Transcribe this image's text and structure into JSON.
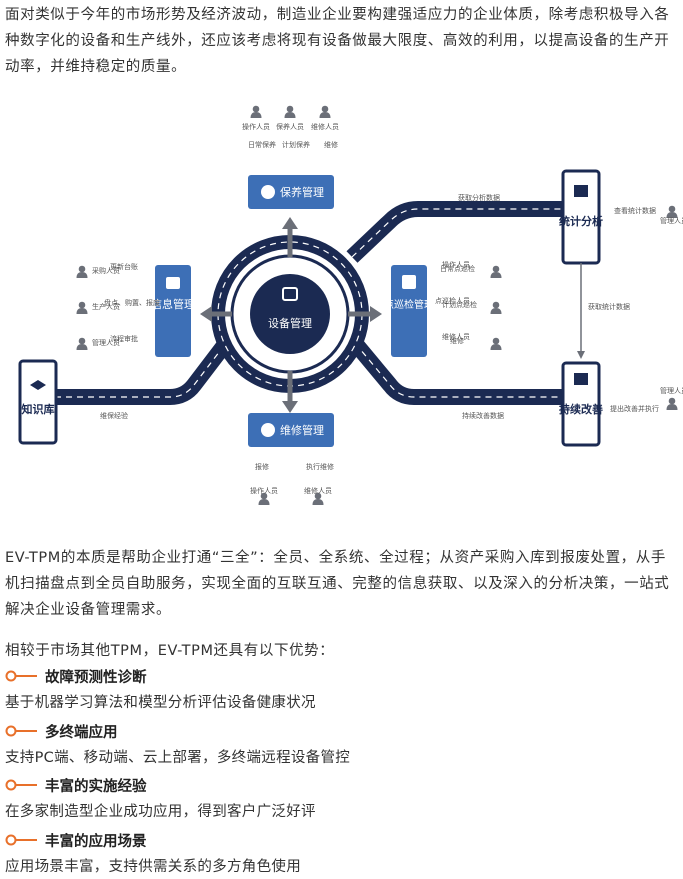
{
  "intro": "面对类似于今年的市场形势及经济波动，制造业企业要构建强适应力的企业体质，除考虑积极导入各种数字化的设备和生产线外，还应该考虑将现有设备做最大限度、高效的利用，以提高设备的生产开动率，并维持稳定的质量。",
  "diagram": {
    "center": "设备管理",
    "maintenance": "保养管理",
    "repair": "维修管理",
    "info": "信息管理",
    "inspect": "点巡检管理",
    "knowledge": "知识库",
    "stats": "统计分析",
    "improve": "持续改善",
    "top_people": [
      "操作人员",
      "保养人员",
      "维修人员"
    ],
    "top_notes": [
      "日常保养",
      "计划保养",
      "维修"
    ],
    "bottom_people": [
      "操作人员",
      "维修人员"
    ],
    "bottom_notes": [
      "报修",
      "执行维修"
    ],
    "left_people": [
      "采购人员",
      "生产人员",
      "管理人员"
    ],
    "left_notes": [
      "更新台账",
      "盘点、购置、报废",
      "流程审批"
    ],
    "right_people": [
      "操作人员",
      "点巡检人员",
      "维修人员"
    ],
    "right_notes": [
      "日常点巡检",
      "计划点巡检",
      "维修"
    ],
    "road_labels": {
      "get_data": "获取分析数据",
      "stats_data": "获取统计数据",
      "improve_data": "持续改善数据",
      "repair_exp": "维保经验"
    },
    "stats_side": {
      "note": "查看统计数据",
      "person": "管理人员"
    },
    "improve_side": {
      "note": "提出改善并执行",
      "person": "管理人员"
    }
  },
  "essence": "EV-TPM的本质是帮助企业打通“三全”：全员、全系统、全过程；从资产采购入库到报废处置，从手机扫描盘点到全员自助服务，实现全面的互联互通、完整的信息获取、以及深入的分析决策，一站式解决企业设备管理需求。",
  "compare": "相较于市场其他TPM，EV-TPM还具有以下优势：",
  "features": [
    {
      "title": "故障预测性诊断",
      "desc": "基于机器学习算法和模型分析评估设备健康状况"
    },
    {
      "title": "多终端应用",
      "desc": "支持PC端、移动端、云上部署，多终端远程设备管控"
    },
    {
      "title": "丰富的实施经验",
      "desc": "在多家制造型企业成功应用，得到客户广泛好评"
    },
    {
      "title": "丰富的应用场景",
      "desc": "应用场景丰富，支持供需关系的多方角色使用"
    }
  ],
  "colors": {
    "navy": "#1b2a52",
    "blue": "#3d6fb6",
    "accent": "#e8702a",
    "grey": "#6b6f78"
  }
}
